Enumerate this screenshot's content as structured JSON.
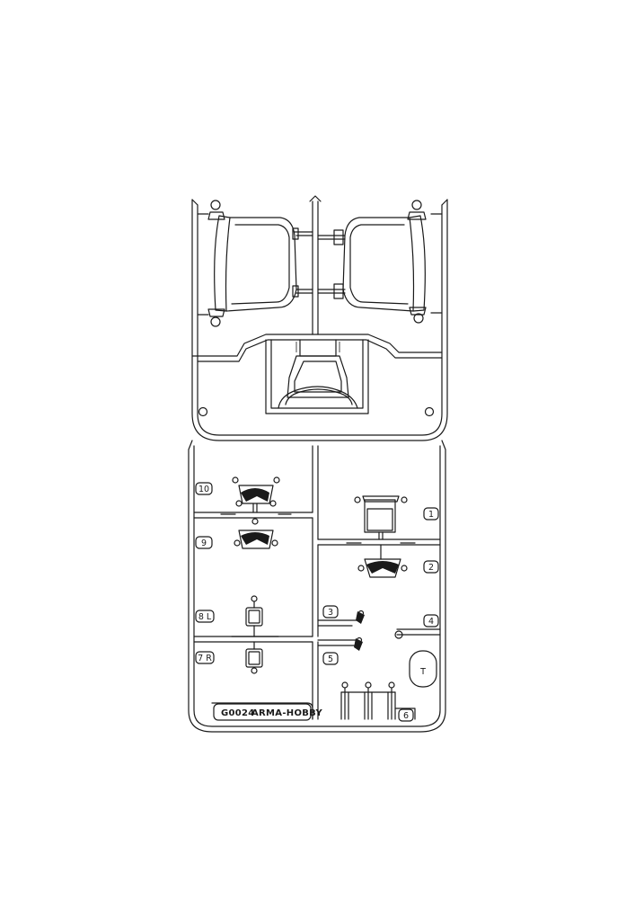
{
  "sprue": {
    "code": "G0024",
    "brand": "ARMA-HOBBY",
    "gate_letter": "T",
    "part_numbers": {
      "p1": "1",
      "p2": "2",
      "p3": "3",
      "p4": "4",
      "p5": "5",
      "p6": "6",
      "p7": "7 R",
      "p8": "8 L",
      "p9": "9",
      "p10": "10"
    }
  },
  "colors": {
    "line": "#1a1a1a",
    "paper": "#ffffff"
  }
}
